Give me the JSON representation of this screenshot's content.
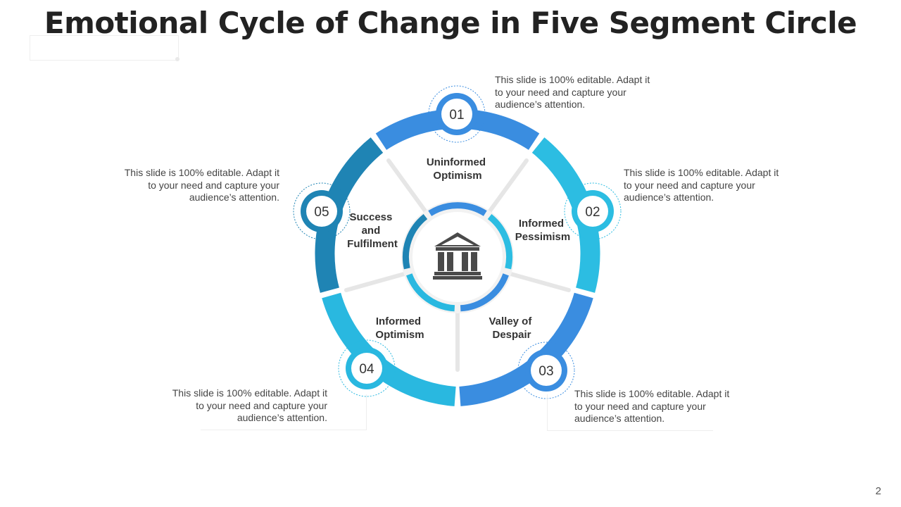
{
  "title": "Emotional Cycle of Change in Five Segment Circle",
  "page_number": "2",
  "colors": {
    "blue": "#3a8de0",
    "cyan": "#2cbde2",
    "teal": "#1f84b4",
    "light_cyan": "#29b8e0",
    "gray": "#e6e6e6"
  },
  "center_icon": "bank-building-icon",
  "segments": [
    {
      "number": "01",
      "label_line1": "Uninformed",
      "label_line2": "Optimism",
      "label_line3": "",
      "note": [
        "This slide is 100% editable. Adapt it",
        "to your need and capture your",
        "audience’s attention."
      ]
    },
    {
      "number": "02",
      "label_line1": "Informed",
      "label_line2": "Pessimism",
      "label_line3": "",
      "note": [
        "This slide is 100% editable. Adapt it",
        "to your need and capture your",
        "audience’s attention."
      ]
    },
    {
      "number": "03",
      "label_line1": "Valley of",
      "label_line2": "Despair",
      "label_line3": "",
      "note": [
        "This slide is 100% editable. Adapt it",
        "to your need and capture your",
        "audience’s attention."
      ]
    },
    {
      "number": "04",
      "label_line1": "Informed",
      "label_line2": "Optimism",
      "label_line3": "",
      "note": [
        "This slide is 100% editable. Adapt it",
        "to your need and capture your",
        "audience’s attention."
      ]
    },
    {
      "number": "05",
      "label_line1": "Success",
      "label_line2": "and",
      "label_line3": "Fulfilment",
      "note": [
        "This slide is 100% editable. Adapt it",
        "to your need and capture your",
        "audience’s attention."
      ]
    }
  ]
}
